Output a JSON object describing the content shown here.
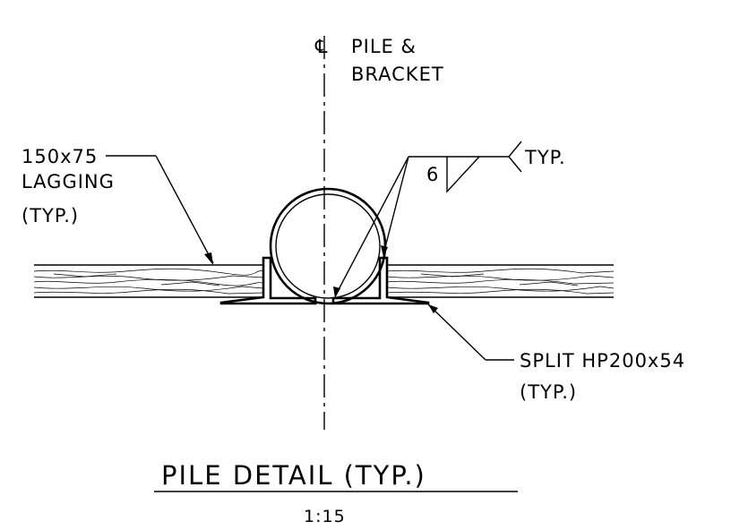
{
  "centerline": {
    "symbol": "℄",
    "line1": "PILE &",
    "line2": "BRACKET"
  },
  "lagging_label": {
    "line1": "150x75",
    "line2": "LAGGING",
    "line3": "(TYP.)"
  },
  "weld": {
    "size": "6",
    "note": "TYP."
  },
  "bracket_label": {
    "line1": "SPLIT  HP200x54",
    "line2": "(TYP.)"
  },
  "title": {
    "text": "PILE  DETAIL  (TYP.)",
    "scale": "1:15"
  }
}
